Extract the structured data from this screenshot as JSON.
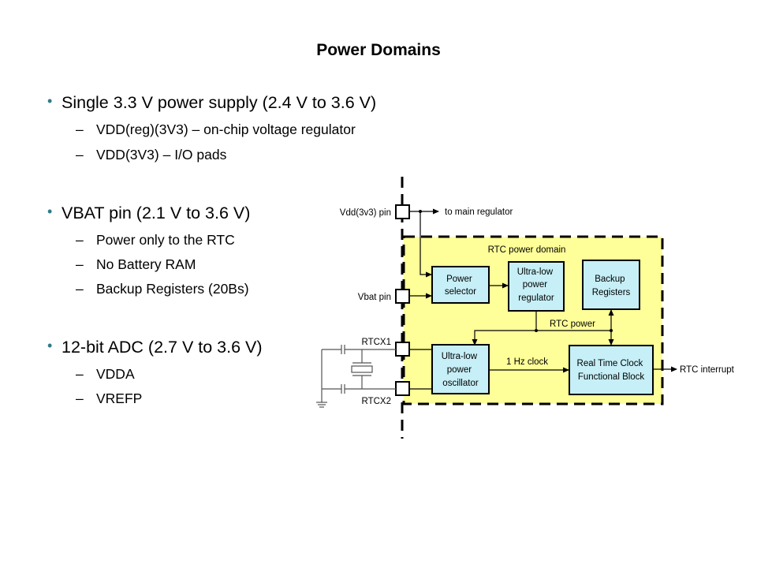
{
  "slide": {
    "title": "Power Domains",
    "bullets": [
      {
        "text": "Single 3.3 V power supply (2.4 V to 3.6 V)",
        "subitems": [
          "VDD(reg)(3V3)  – on-chip voltage regulator",
          "VDD(3V3)  – I/O pads"
        ]
      },
      {
        "text": "VBAT pin (2.1 V to 3.6 V)",
        "subitems": [
          "Power only to the RTC",
          "No Battery RAM",
          "Backup Registers (20Bs)"
        ]
      },
      {
        "text": "12-bit ADC (2.7 V to 3.6 V)",
        "subitems": [
          "VDDA",
          "VREFP"
        ]
      }
    ],
    "bullet_glyph": "•",
    "dash_glyph": "–"
  },
  "diagram": {
    "domain_label": "RTC power domain",
    "pins": {
      "vdd": "Vdd(3v3) pin",
      "vbat": "Vbat pin",
      "rtcx1": "RTCX1",
      "rtcx2": "RTCX2"
    },
    "blocks": {
      "power_selector": [
        "Power",
        "selector"
      ],
      "ulp_regulator": [
        "Ultra-low",
        "power",
        "regulator"
      ],
      "backup_registers": [
        "Backup",
        "Registers"
      ],
      "ulp_oscillator": [
        "Ultra-low",
        "power",
        "oscillator"
      ],
      "rtc_block": [
        "Real Time Clock",
        "Functional Block"
      ]
    },
    "signals": {
      "to_main_regulator": "to main regulator",
      "rtc_power": "RTC power",
      "clock_1hz": "1 Hz clock",
      "rtc_interrupt": "RTC interrupt"
    },
    "colors": {
      "domain_fill": "#ffff99",
      "block_fill": "#c6eff7",
      "line": "#000000",
      "bullet": "#2e7b87"
    }
  }
}
